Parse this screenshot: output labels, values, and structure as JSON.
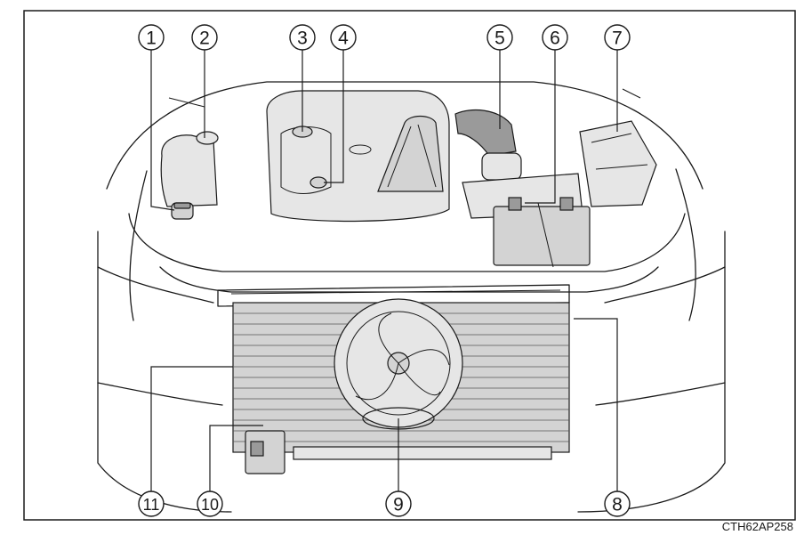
{
  "diagram": {
    "image_code": "CTH62AP258",
    "callouts": [
      "1",
      "2",
      "3",
      "4",
      "5",
      "6",
      "7",
      "8",
      "9",
      "10",
      "11"
    ]
  }
}
